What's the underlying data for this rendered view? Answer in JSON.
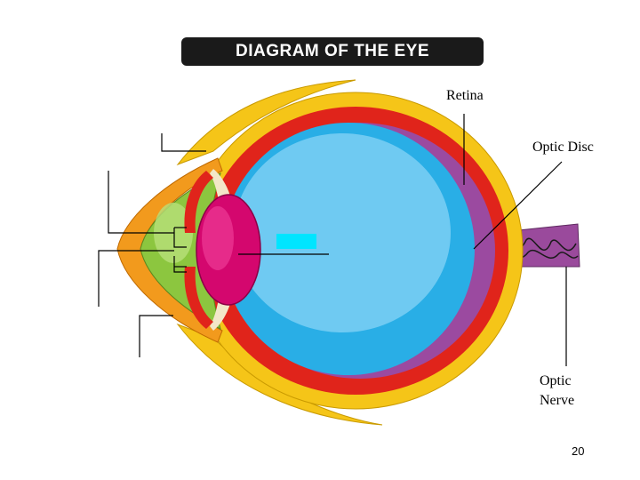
{
  "title": "DIAGRAM OF THE EYE",
  "labels": {
    "retina": "Retina",
    "optic_disc": "Optic Disc",
    "optic_nerve_line1": "Optic",
    "optic_nerve_line2": "Nerve"
  },
  "page_number": "20",
  "colors": {
    "sclera_outer": "#f5c518",
    "choroid": "#e0241b",
    "retina": "#9b4aa0",
    "vitreous": "#5cc6f0",
    "lens": "#d4076e",
    "cornea": "#f29a1d",
    "aqueous": "#8cc63f",
    "optic_nerve": "#9a4a9c",
    "blank_box": "#00e5ff"
  }
}
